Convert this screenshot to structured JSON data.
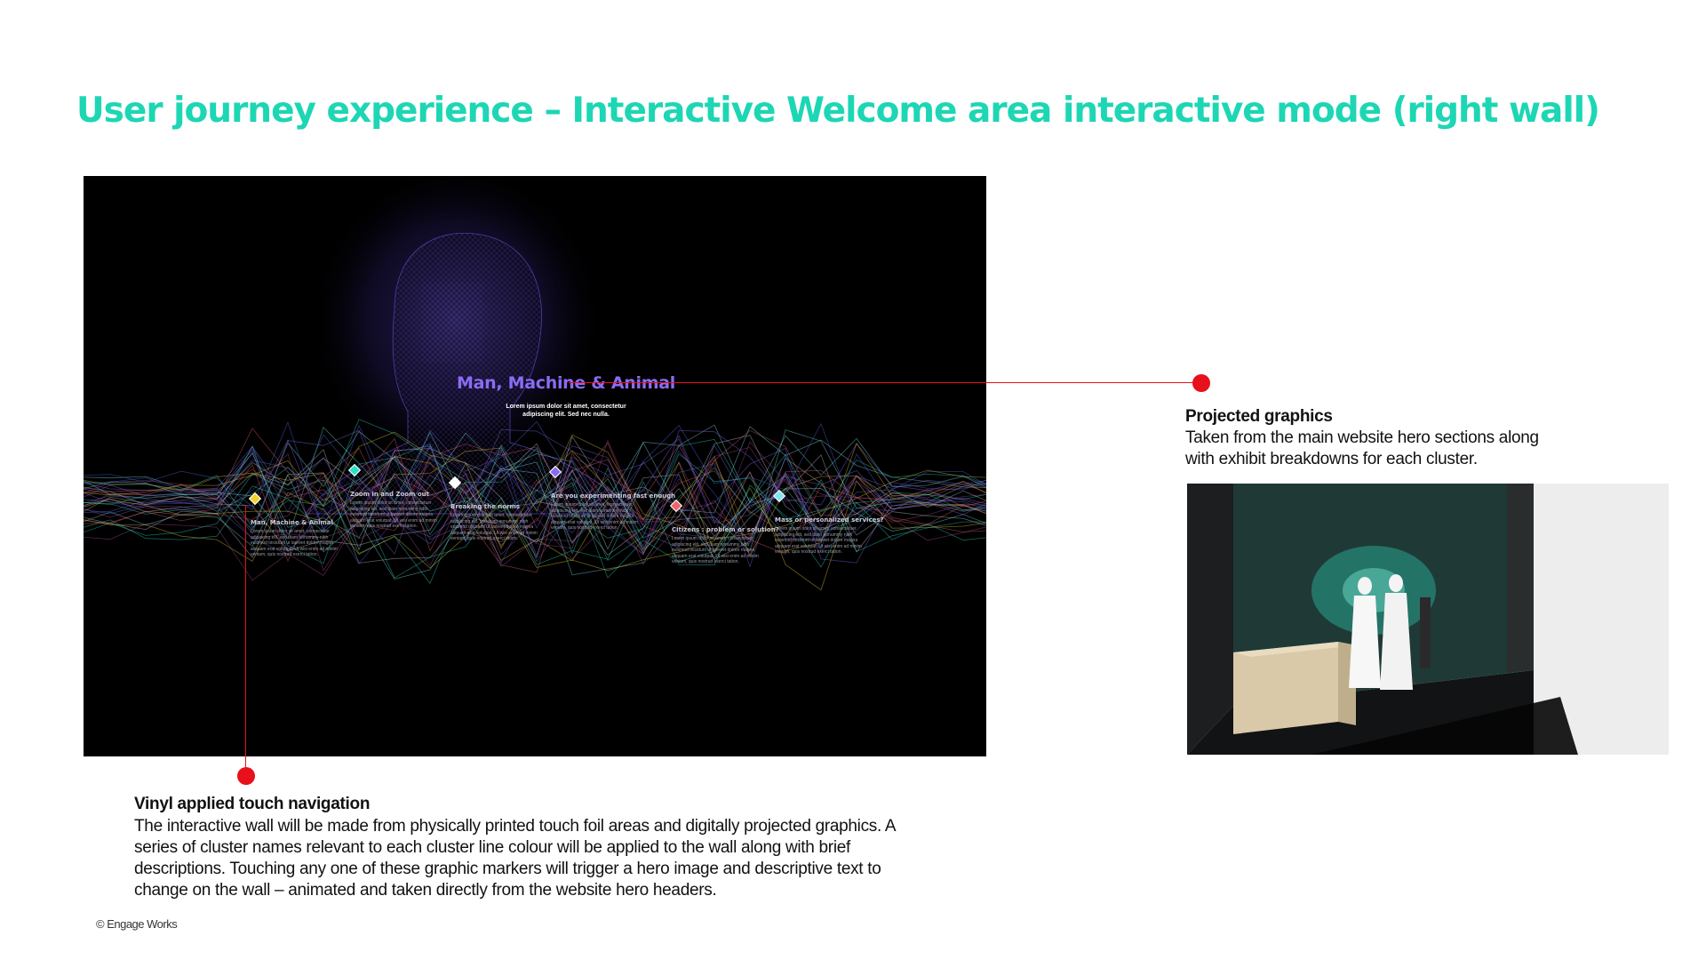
{
  "page": {
    "title": "User journey experience – Interactive Welcome area interactive mode (right wall)"
  },
  "wall_graphic": {
    "hero_title": "Man, Machine & Animal",
    "hero_subtitle_lines": [
      "Lorem ipsum dolor sit amet, consectetur",
      "adipiscing elit. Sed nec nulla."
    ],
    "clusters": [
      {
        "name": "Man, Machine & Animal",
        "marker_color": "#f2d12e",
        "text": "Lorem ipsum dolor sit amet, consectetur adipiscing elit, sed diam nonummy nibh euismod tincidunt ut laoreet dolore magna aliquam erat volutpat. Ut wisi enim ad minim veniam, quis nostrud exerci tation."
      },
      {
        "name": "Zoom in and Zoom out",
        "marker_color": "#2ee0c2",
        "text": "Lorem ipsum dolor sit amet, consectetuer adipiscing elit, sed diam nonummy nibh euismod tincidunt ut laoreet dolore magna aliquam erat volutpat. Ut wisi enim ad minim veniam, quis nostrud exerci tation."
      },
      {
        "name": "Breaking the norms",
        "marker_color": "#ffffff",
        "text": "Lorem ipsum dolor sit amet, consectetuer adipiscing elit, sed diam nonummy nibh euismod tincidunt ut laoreet dolore magna aliquam erat volutpat. Ut wisi enim ad minim veniam, quis nostrud exerci tation."
      },
      {
        "name": "Are you experimenting fast enough",
        "marker_color": "#8a6cf2",
        "text": "Lorem ipsum dolor sit amet, consectetuer adipiscing elit, sed diam nonummy nibh euismod tincidunt ut laoreet dolore magna aliquam erat volutpat. Ut wisi enim ad minim veniam, quis nostrud exerci tation."
      },
      {
        "name": "Citizens : problem or solution?",
        "marker_color": "#f0646e",
        "text": "Lorem ipsum dolor sit amet, consectetuer adipiscing elit, sed diam nonummy nibh euismod tincidunt ut laoreet dolore magna aliquam erat volutpat. Ut wisi enim ad minim veniam, quis nostrud exerci tation."
      },
      {
        "name": "Mass or personalized services?",
        "marker_color": "#7fe6f0",
        "text": "Lorem ipsum dolor sit amet, consectetuer adipiscing elit, sed diam nonummy nibh euismod tincidunt ut laoreet dolore magna aliquam erat volutpat. Ut wisi enim ad minim veniam, quis nostrud exerci tation."
      }
    ]
  },
  "projected_note": {
    "title": "Projected graphics",
    "lines": [
      "Taken from the main website hero sections along",
      "with exhibit breakdowns for each cluster."
    ]
  },
  "vinyl_note": {
    "title": "Vinyl applied touch navigation",
    "lines": [
      "The interactive wall will be made from physically printed touch foil areas and digitally projected graphics. A",
      "series of cluster names relevant to each cluster line colour will be applied to the wall along with brief",
      "descriptions. Touching any one of these graphic markers will trigger a hero image and descriptive text to",
      "change on the wall – animated and taken directly from the website hero headers."
    ]
  },
  "footer": {
    "copyright": "© Engage Works"
  },
  "colors": {
    "accent": "#1dd6b4",
    "callout": "#e8101a",
    "hero_purple": "#8a6cf2"
  }
}
